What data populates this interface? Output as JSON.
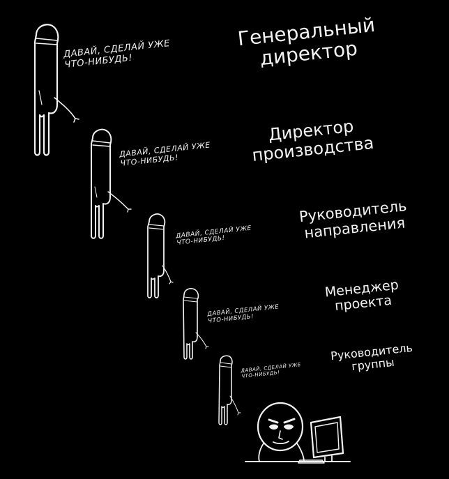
{
  "hierarchy": [
    {
      "role": "Генеральный\nдиректор",
      "speech": "ДАВАЙ, СДЕЛАЙ УЖЕ\nЧТО-НИБУДЬ!"
    },
    {
      "role": "Директор\nпроизводства",
      "speech": "ДАВАЙ, СДЕЛАЙ УЖЕ\nЧТО-НИБУДЬ!"
    },
    {
      "role": "Руководитель\nнаправления",
      "speech": "ДАВАЙ, СДЕЛАЙ УЖЕ\nЧТО-НИБУДЬ!"
    },
    {
      "role": "Менеджер\nпроекта",
      "speech": "ДАВАЙ, СДЕЛАЙ УЖЕ\nЧТО-НИБУДЬ!"
    },
    {
      "role": "Руководитель\nгруппы",
      "speech": "ДАВАЙ, СДЕЛАЙ УЖЕ\nЧТО-НИБУДЬ!"
    }
  ],
  "colors": {
    "background": "#000000",
    "ink": "#f2f2f2"
  },
  "icons": [
    "stick-figure-icon",
    "annoyed-worker-icon",
    "computer-monitor-icon",
    "keyboard-icon"
  ]
}
